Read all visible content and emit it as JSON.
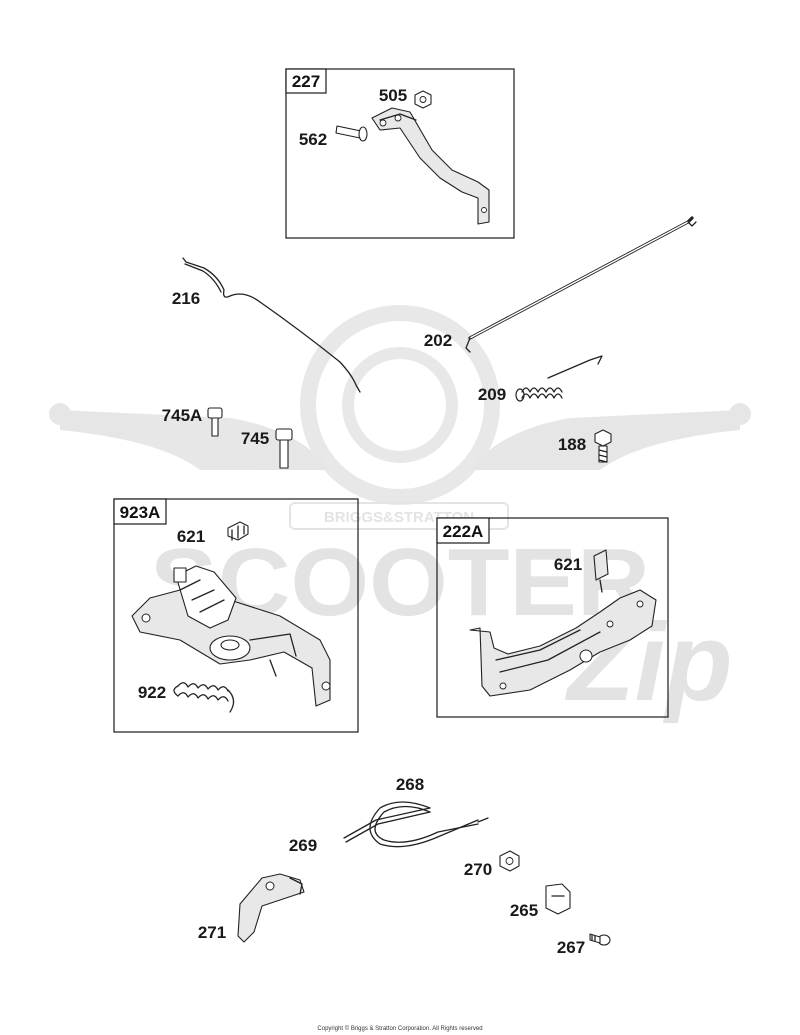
{
  "callouts": [
    {
      "id": "c227",
      "text": "227"
    },
    {
      "id": "c505",
      "text": "505"
    },
    {
      "id": "c562",
      "text": "562"
    },
    {
      "id": "c216",
      "text": "216"
    },
    {
      "id": "c202",
      "text": "202"
    },
    {
      "id": "c209",
      "text": "209"
    },
    {
      "id": "c745A",
      "text": "745A"
    },
    {
      "id": "c745",
      "text": "745"
    },
    {
      "id": "c188",
      "text": "188"
    },
    {
      "id": "c923A",
      "text": "923A"
    },
    {
      "id": "c621a",
      "text": "621"
    },
    {
      "id": "c922",
      "text": "922"
    },
    {
      "id": "c222A",
      "text": "222A"
    },
    {
      "id": "c621b",
      "text": "621"
    },
    {
      "id": "c268",
      "text": "268"
    },
    {
      "id": "c269",
      "text": "269"
    },
    {
      "id": "c270",
      "text": "270"
    },
    {
      "id": "c265",
      "text": "265"
    },
    {
      "id": "c271",
      "text": "271"
    },
    {
      "id": "c267",
      "text": "267"
    }
  ],
  "watermark": {
    "brand": "SCOOTER",
    "script": "Zip",
    "badge": "BRIGGS&STRATTON"
  },
  "copyright": "Copyright © Briggs & Stratton Corporation. All Rights reserved"
}
